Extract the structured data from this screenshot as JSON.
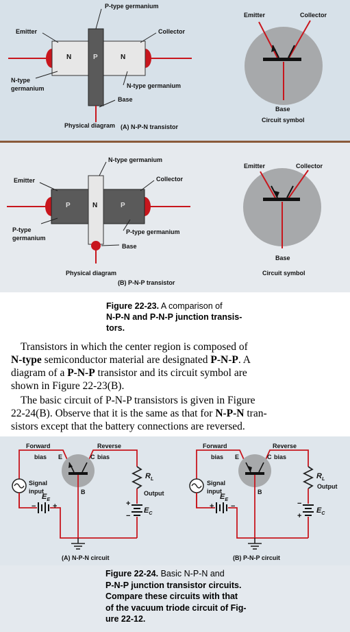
{
  "colors": {
    "top_bg": "#d7e1e9",
    "bottom_bg": "#e6eaee",
    "text_bg": "#ffffff",
    "semiconductor_light": "#e7e7e7",
    "semiconductor_dark": "#5a5a5a",
    "lead_red": "#c8161d",
    "symbol_gray": "#a7a9ab"
  },
  "fig_a": {
    "label_p_type": "P-type germanium",
    "label_emitter": "Emitter",
    "label_collector": "Collector",
    "label_n_type_left_1": "N-type",
    "label_n_type_left_2": "germanium",
    "label_n_type_right": "N-type germanium",
    "label_base": "Base",
    "region_n1": "N",
    "region_p": "P",
    "region_n2": "N",
    "physical_caption": "Physical diagram",
    "caption": "(A) N-P-N transistor",
    "sym_emitter": "Emitter",
    "sym_collector": "Collector",
    "sym_base": "Base",
    "sym_caption": "Circuit symbol"
  },
  "fig_b": {
    "label_n_type": "N-type germanium",
    "label_emitter": "Emitter",
    "label_collector": "Collector",
    "label_p_type_left_1": "P-type",
    "label_p_type_left_2": "germanium",
    "label_p_type_right": "P-type germanium",
    "label_base": "Base",
    "region_p1": "P",
    "region_n": "N",
    "region_p2": "P",
    "physical_caption": "Physical diagram",
    "caption": "(B) P-N-P transistor",
    "sym_emitter": "Emitter",
    "sym_collector": "Collector",
    "sym_base": "Base",
    "sym_caption": "Circuit symbol"
  },
  "fig_23_caption": {
    "line1_bold": "Figure 22-23.",
    "line1_rest": " A comparison of",
    "line2": "N-P-N and P-N-P junction transis-",
    "line3": "tors."
  },
  "paragraph1": {
    "line1": "Transistors in which the center region is composed of",
    "line2_bold1": "N-type",
    "line2_mid": " semiconductor material are designated ",
    "line2_bold2": "P-N-P",
    "line2_end": ". A",
    "line3_start": "diagram of a ",
    "line3_bold": "P-N-P",
    "line3_end": " transistor and its circuit symbol are",
    "line4": "shown in Figure 22-23(B)."
  },
  "paragraph2": {
    "line1": "The basic circuit of P-N-P transistors is given in Figure",
    "line2_start": "22-24(B). Observe that it is the same as that for ",
    "line2_bold": "N-P-N",
    "line2_end": " tran-",
    "line3": "sistors except that the battery connections are reversed."
  },
  "circuit_a": {
    "forward": "Forward",
    "bias_left": "bias",
    "e": "E",
    "c": "C",
    "reverse": "Reverse",
    "bias_right": "bias",
    "rl": "R",
    "rl_sub": "L",
    "output": "Output",
    "signal": "Signal",
    "input": "input",
    "b": "B",
    "ee": "E",
    "ee_sub": "E",
    "ec": "E",
    "ec_sub": "C",
    "minus_left": "−",
    "plus_left": "+",
    "plus_right": "+",
    "minus_right": "−",
    "caption": "(A) N-P-N circuit"
  },
  "circuit_b": {
    "forward": "Forward",
    "bias_left": "bias",
    "e": "E",
    "c": "C",
    "reverse": "Reverse",
    "bias_right": "bias",
    "rl": "R",
    "rl_sub": "L",
    "output": "Output",
    "signal": "Signal",
    "input": "input",
    "b": "B",
    "ee": "E",
    "ee_sub": "E",
    "ec": "E",
    "ec_sub": "C",
    "plus_left": "+",
    "minus_left": "−",
    "minus_right": "−",
    "plus_right": "+",
    "caption": "(B) P-N-P circuit"
  },
  "fig_24_caption": {
    "line1_bold": "Figure 22-24.",
    "line1_rest": " Basic N-P-N and",
    "line2": "P-N-P junction transistor circuits.",
    "line3": "Compare these circuits with that",
    "line4": "of the vacuum triode circuit of Fig-",
    "line5": "ure 22-12."
  }
}
